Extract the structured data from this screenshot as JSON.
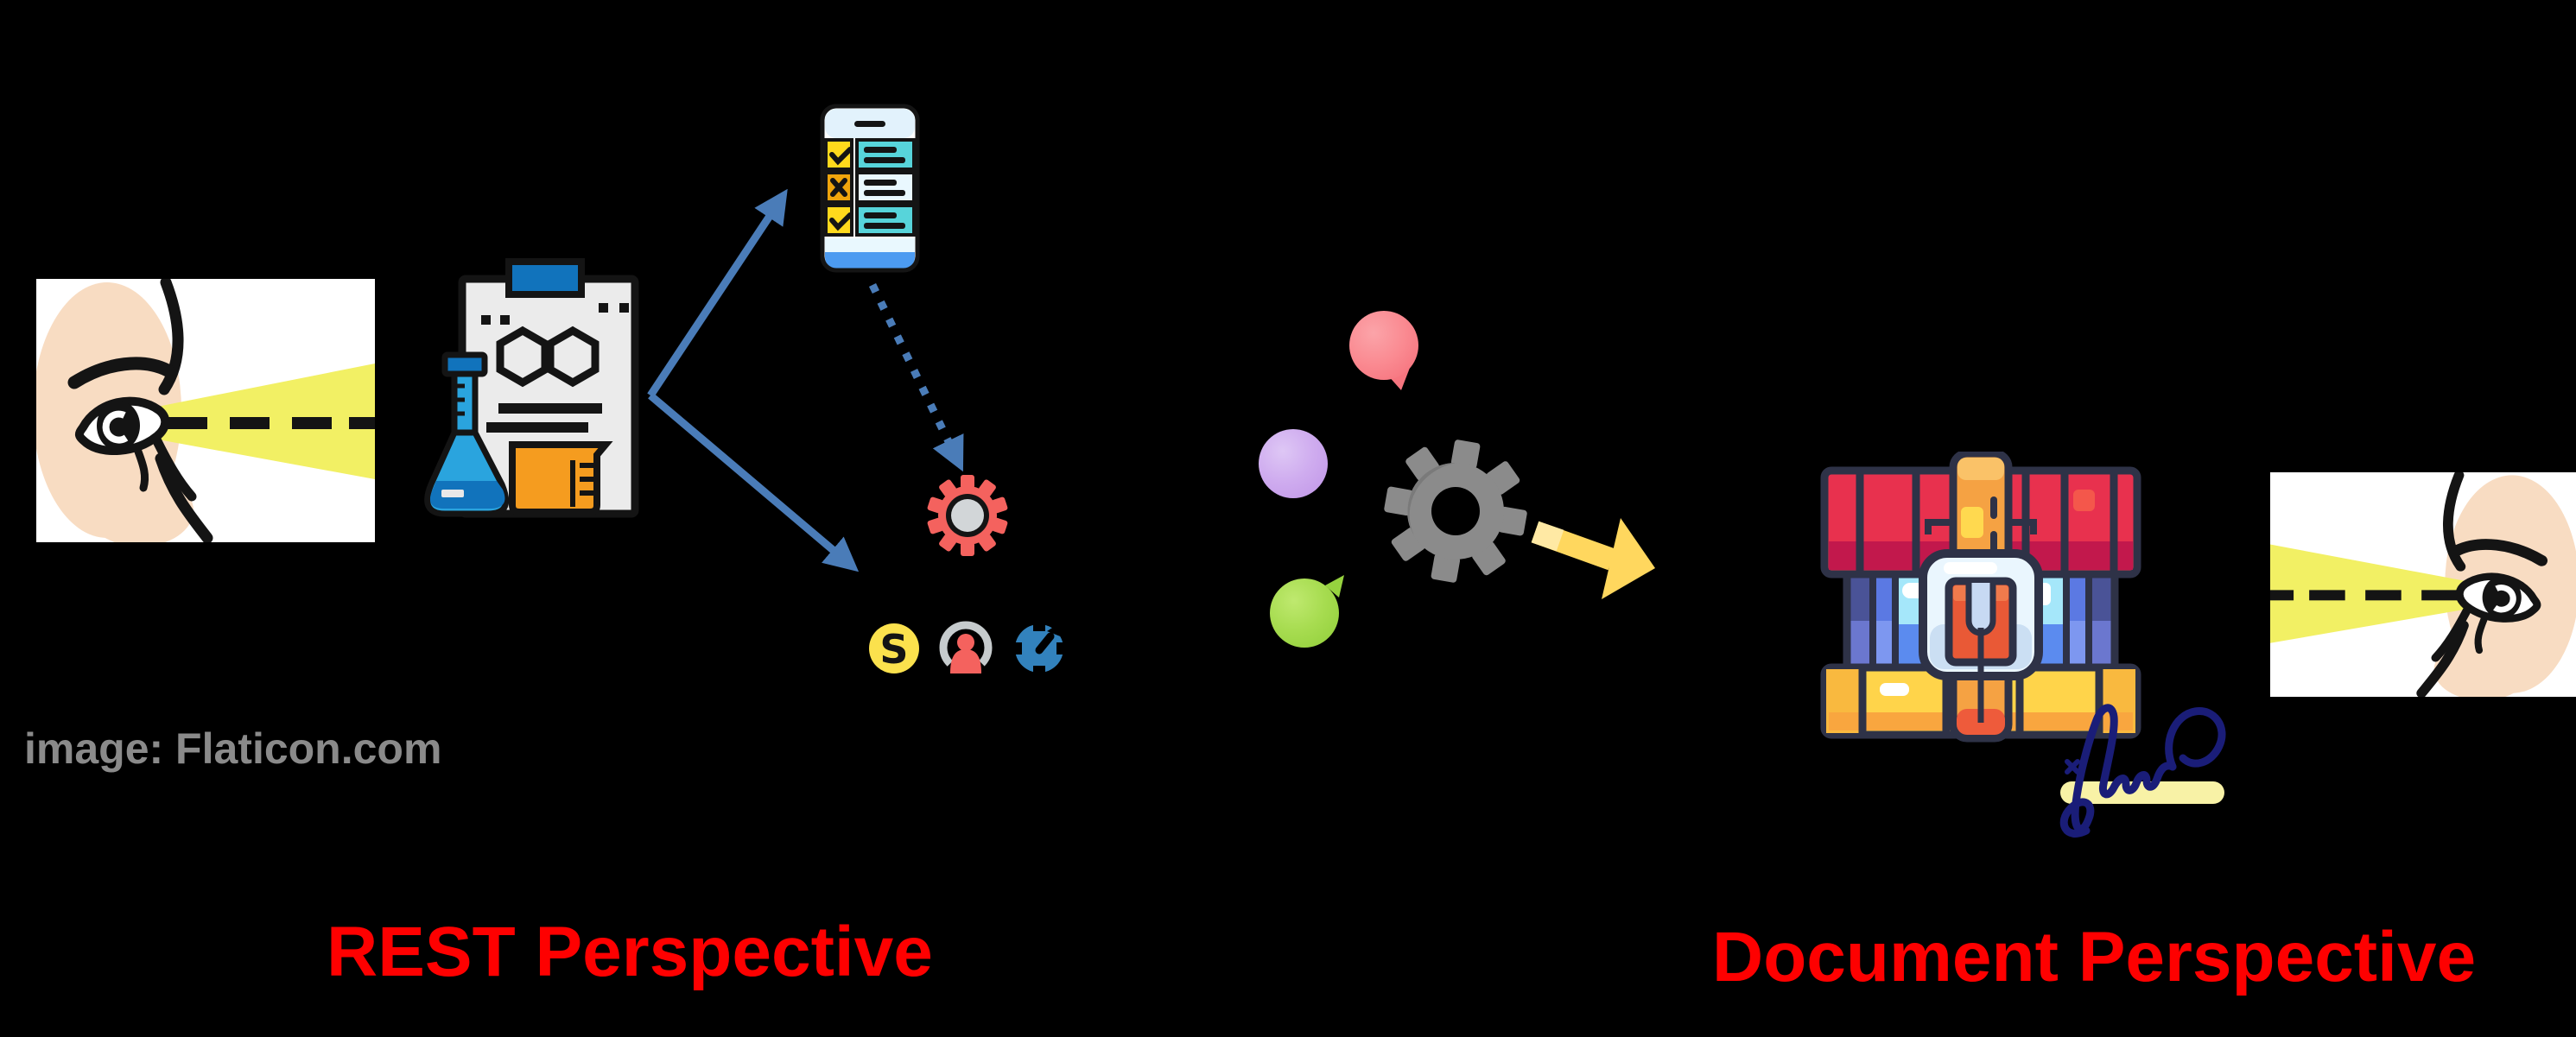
{
  "credit": "image: Flaticon.com",
  "sections": {
    "left_label": "REST Perspective",
    "right_label": "Document Perspective"
  },
  "icons": {
    "left_eye": "peeking-eye",
    "chemistry": "chemistry-clipboard",
    "phone": "checklist-smartphone",
    "red_gear": "process-gear",
    "coin": "currency-coin-s",
    "user": "user-avatar",
    "blue_dial": "settings-dial",
    "balloon_red": "red-balloon",
    "balloon_purple": "purple-balloon",
    "balloon_green": "green-balloon",
    "gray_gear": "machine-gear",
    "yellow_arrow": "output-arrow",
    "chest": "treasure-chest",
    "signature": "handwritten-signature",
    "right_eye": "peeking-eye-mirrored"
  },
  "colors": {
    "background": "#000000",
    "arrow_blue": "#4a7cb8",
    "beam_yellow": "#F2F064",
    "flesh": "#F8DCC2",
    "label_red": "#FE0000",
    "credit_gray": "#8A8A8A",
    "gear_red": "#F4625E",
    "gear_gray": "#8B8B8B",
    "arrow_yellow": "#FFD75E",
    "balloon_red": "#F6757F",
    "balloon_purple": "#C49BE9",
    "balloon_green": "#96D23F",
    "chest_red": "#E8314E",
    "chest_blue": "#5B8BEF",
    "chest_yellow": "#FFD44A",
    "chest_outline": "#2E3247",
    "signature_navy": "#1A1D78",
    "highlight_yellow": "#F8F2A6",
    "phone_teal": "#57D4DA",
    "phone_blue": "#4C9BF1",
    "clip_blue": "#1173BC",
    "beaker_orange": "#F59C1F",
    "flask_blue": "#2AA4DE"
  }
}
